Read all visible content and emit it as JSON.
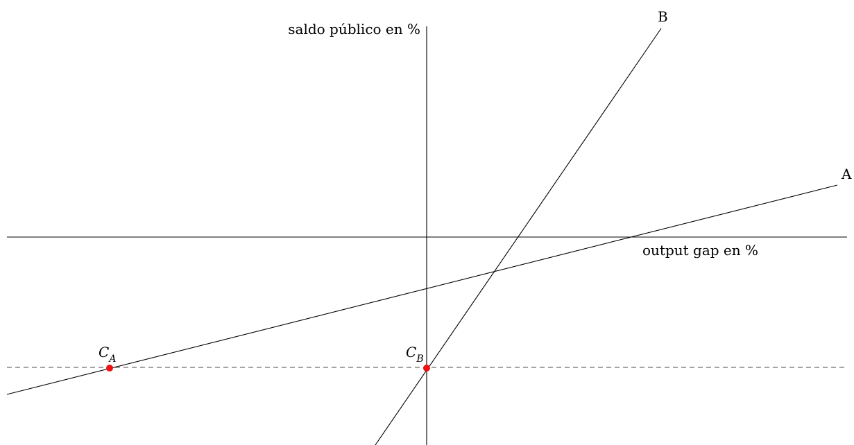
{
  "axes": {
    "y_label": "saldo público en %",
    "x_label": "output gap en %"
  },
  "curves": {
    "a_label": "A",
    "b_label": "B"
  },
  "points": {
    "ca_main": "C",
    "ca_sub": "A",
    "cb_main": "C",
    "cb_sub": "B"
  },
  "colors": {
    "axis": "#000000",
    "dashed": "#4a4a4a",
    "point": "#ee1111"
  }
}
